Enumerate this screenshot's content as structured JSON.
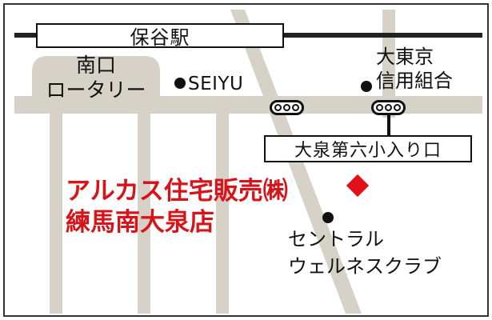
{
  "map": {
    "colors": {
      "road": "#d6d2c8",
      "rail": "#222222",
      "text": "#111111",
      "store_text": "#d7141a",
      "store_marker": "#e1101a"
    }
  },
  "station": {
    "name": "保谷駅"
  },
  "rotary": {
    "line1": "南口",
    "line2": "ロータリー"
  },
  "seiyu": {
    "name": "SEIYU",
    "icon": "dot-icon"
  },
  "bank": {
    "line1": "大東京",
    "line2": "信用組合",
    "icon": "dot-icon"
  },
  "signals": {
    "icon": "traffic-signal-icon",
    "count": 2
  },
  "intersection": {
    "name": "大泉第六小入り口"
  },
  "store": {
    "line1": "アルカス住宅販売㈱",
    "line2": "練馬南大泉店",
    "icon": "diamond-marker-icon"
  },
  "gym": {
    "line1": "セントラル",
    "line2": "ウェルネスクラブ",
    "icon": "dot-icon"
  }
}
